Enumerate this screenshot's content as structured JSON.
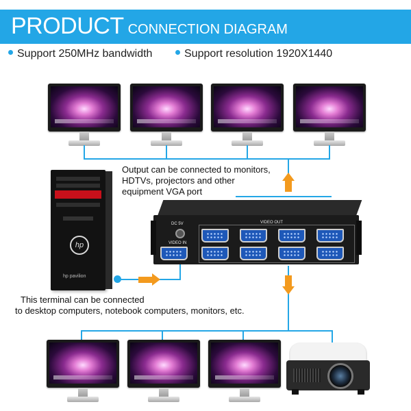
{
  "header": {
    "title_big": "PRODUCT",
    "title_small": "CONNECTION DIAGRAM"
  },
  "features": [
    "Support 250MHz bandwidth",
    "Support resolution 1920X1440"
  ],
  "notes": {
    "output_line1": "Output can be connected to monitors,",
    "output_line2": "HDTVs, projectors  and other",
    "output_line3": "equipment VGA port",
    "input_line1": "This terminal can be connected",
    "input_line2": "to desktop computers, notebook computers, monitors, etc."
  },
  "splitter": {
    "video_out_label": "VIDEO OUT",
    "video_in_label": "VIDEO IN",
    "dc_label": "DC 5V"
  },
  "pc": {
    "logo": "hp",
    "brand": "hp pavilion"
  },
  "colors": {
    "accent": "#23a6e6",
    "arrow": "#f39a1e"
  }
}
